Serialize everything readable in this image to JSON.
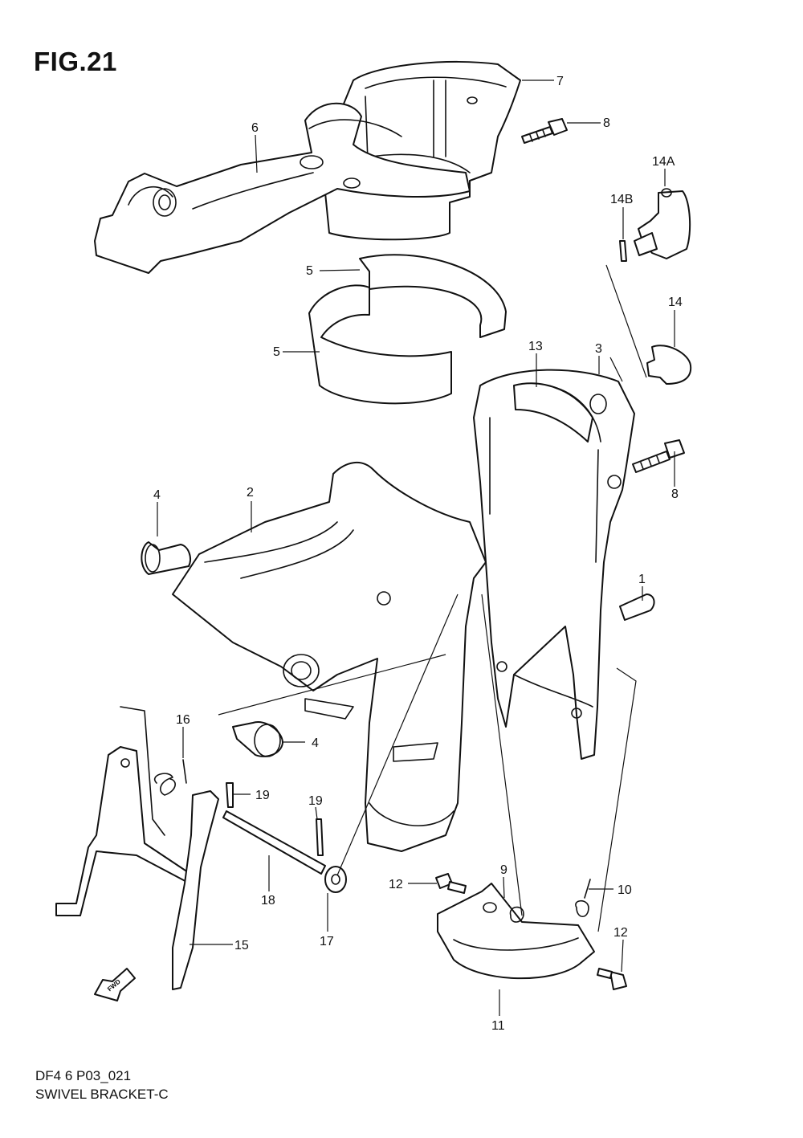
{
  "figure": {
    "title": "FIG.21",
    "drawing_code": "DF4 6 P03_021",
    "drawing_name": "SWIVEL BRACKET-C",
    "fwd_label": "FWD"
  },
  "callouts": {
    "c1": "1",
    "c2": "2",
    "c3": "3",
    "c4a": "4",
    "c4b": "4",
    "c5a": "5",
    "c5b": "5",
    "c6": "6",
    "c7": "7",
    "c8a": "8",
    "c8b": "8",
    "c9": "9",
    "c10": "10",
    "c11": "11",
    "c12a": "12",
    "c12b": "12",
    "c13": "13",
    "c14": "14",
    "c14a": "14A",
    "c14b": "14B",
    "c15": "15",
    "c16": "16",
    "c17": "17",
    "c18": "18",
    "c19a": "19",
    "c19b": "19"
  }
}
